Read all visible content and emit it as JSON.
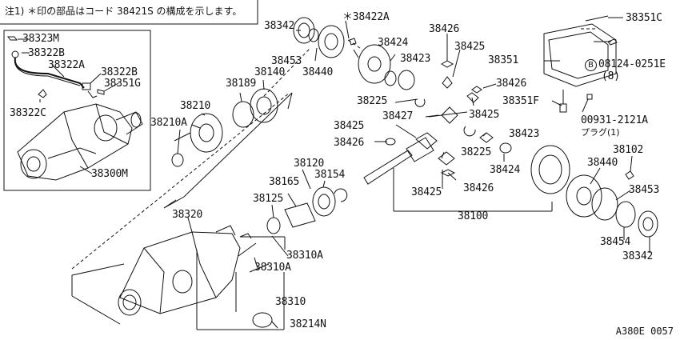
{
  "note": "注1) ＊印の部品はコード 38421S の構成を示します。",
  "diagram_code": "A380E 0057",
  "bolt_marker": "B",
  "parts": {
    "p38323M": "38323M",
    "p38322B_top": "38322B",
    "p38322A": "38322A",
    "p38322B_right": "38322B",
    "p38351G": "38351G",
    "p38322C": "38322C",
    "p38300M": "38300M",
    "p38342_top": "38342",
    "p38453_top": "38453",
    "p38440_top": "38440",
    "p38422A": "＊38422A",
    "p38424_top": "38424",
    "p38423_top": "38423",
    "p38426_a": "38426",
    "p38425_a": "38425",
    "p38426_b": "38426",
    "p38225_a": "38225",
    "p38427": "38427",
    "p38425_b": "38425",
    "p38425_c": "38425",
    "p38426_c": "38426",
    "p38423_b": "38423",
    "p38225_b": "38225",
    "p38424_b": "38424",
    "p38425_d": "38425",
    "p38426_d": "38426",
    "p38351C": "38351C",
    "p38351": "38351",
    "p08124": "08124-0251E",
    "p08124_qty": "(8)",
    "p38351F": "38351F",
    "p00931": "00931-2121A",
    "p00931_sub": "プラグ(1)",
    "p38140": "38140",
    "p38189": "38189",
    "p38210": "38210",
    "p38210A": "38210A",
    "p38120": "38120",
    "p38165": "38165",
    "p38154": "38154",
    "p38125": "38125",
    "p38100": "38100",
    "p38102": "38102",
    "p38440_b": "38440",
    "p38453_b": "38453",
    "p38454": "38454",
    "p38342_b": "38342",
    "p38320": "38320",
    "p38310A_a": "38310A",
    "p38310A_b": "38310A",
    "p38310": "38310",
    "p38214N": "38214N"
  }
}
